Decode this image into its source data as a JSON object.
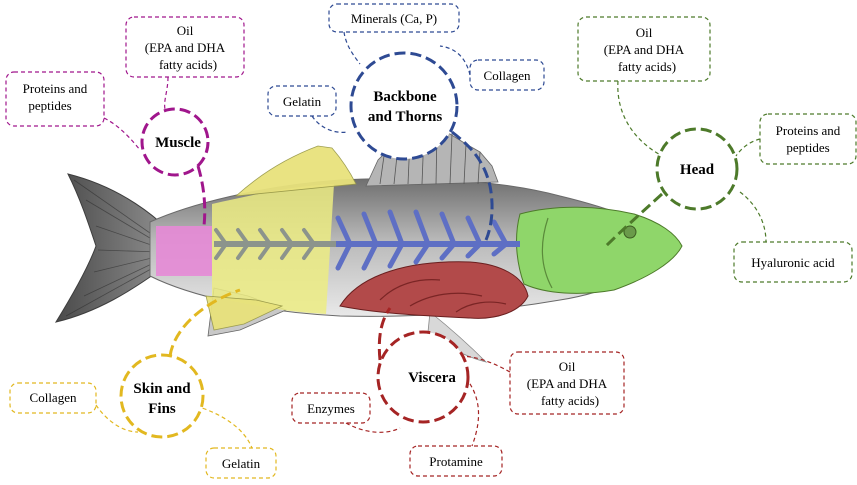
{
  "colors": {
    "muscle": "#a0168c",
    "backbone": "#2e4a93",
    "head": "#4d7a2a",
    "skin": "#e2b820",
    "viscera": "#a52424",
    "muscle_fill": "#e58ad6",
    "backbone_fill": "#5e6fc4",
    "head_fill": "#8fd66a",
    "skin_fill": "#ecec83",
    "viscera_fill": "#b24a4a",
    "fish_body": "#9c9c9c",
    "fish_dark": "#555555"
  },
  "diagram": {
    "hubs": {
      "muscle": "Muscle",
      "backbone_1": "Backbone",
      "backbone_2": "and Thorns",
      "head": "Head",
      "skin_1": "Skin and",
      "skin_2": "Fins",
      "viscera": "Viscera"
    },
    "labels": {
      "muscle_oil_1": "Oil",
      "muscle_oil_2": "(EPA and DHA",
      "muscle_oil_3": "fatty acids)",
      "muscle_proteins_1": "Proteins and",
      "muscle_proteins_2": "peptides",
      "backbone_minerals": "Minerals (Ca, P)",
      "backbone_collagen": "Collagen",
      "backbone_gelatin": "Gelatin",
      "head_oil_1": "Oil",
      "head_oil_2": "(EPA and DHA",
      "head_oil_3": "fatty acids)",
      "head_proteins_1": "Proteins and",
      "head_proteins_2": "peptides",
      "head_hyaluronic": "Hyaluronic acid",
      "skin_collagen": "Collagen",
      "skin_gelatin": "Gelatin",
      "viscera_enzymes": "Enzymes",
      "viscera_protamine": "Protamine",
      "viscera_oil_1": "Oil",
      "viscera_oil_2": "(EPA and DHA",
      "viscera_oil_3": "fatty acids)"
    }
  }
}
